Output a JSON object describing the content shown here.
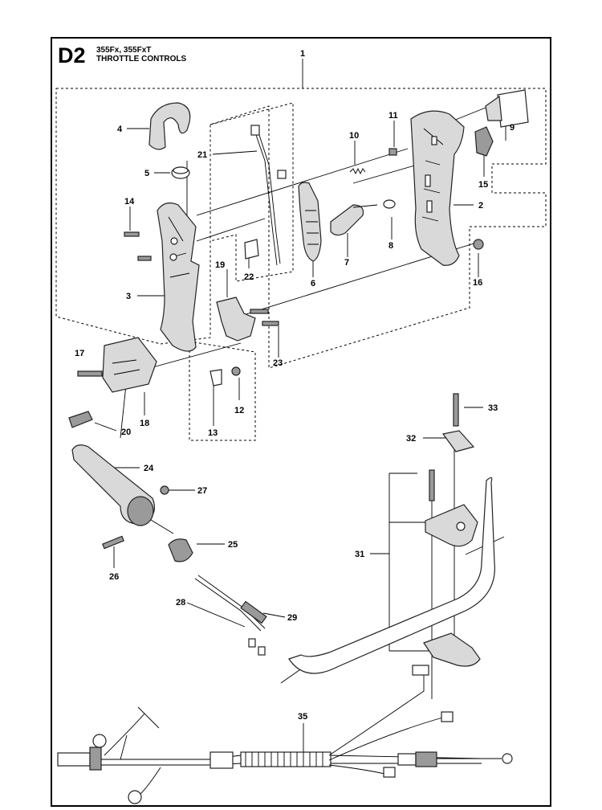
{
  "header": {
    "code": "D2",
    "models": "355Fx, 355FxT",
    "title": "THROTTLE CONTROLS"
  },
  "callouts": [
    "1",
    "2",
    "3",
    "4",
    "5",
    "6",
    "7",
    "8",
    "9",
    "10",
    "11",
    "12",
    "13",
    "14",
    "15",
    "16",
    "17",
    "18",
    "19",
    "20",
    "21",
    "22",
    "23",
    "24",
    "25",
    "26",
    "27",
    "28",
    "29",
    "31",
    "32",
    "33",
    "35"
  ]
}
